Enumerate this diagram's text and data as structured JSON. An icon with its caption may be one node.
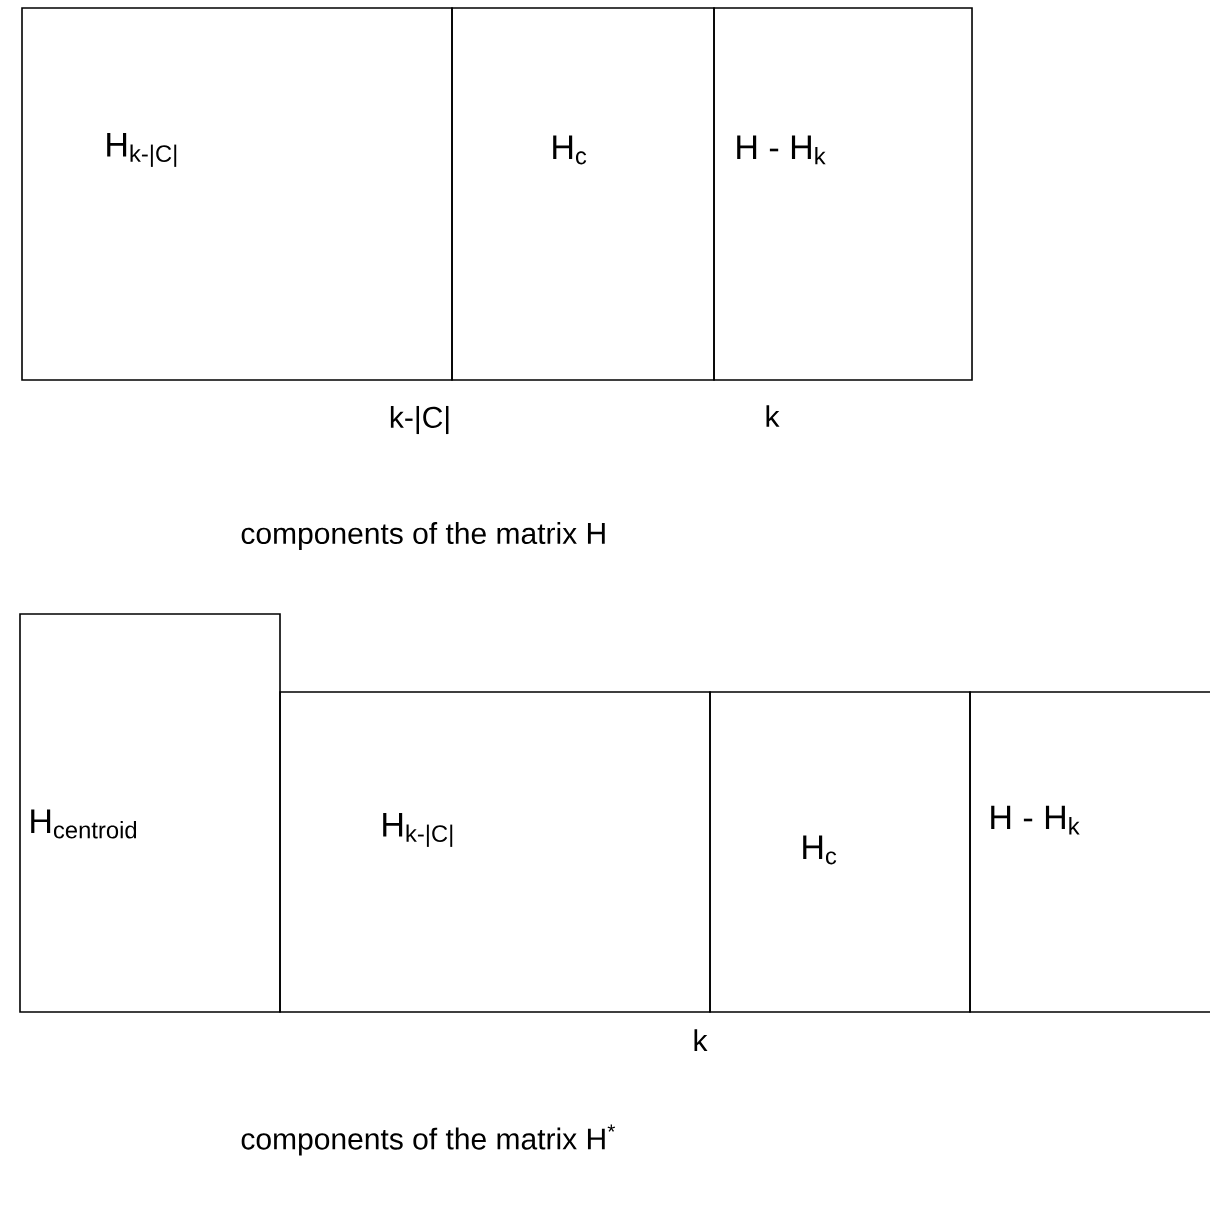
{
  "diagram": {
    "nodes": [
      {
        "text": [
          "H$_{k-|C|}$"
        ]
      },
      {
        "text": [
          "H$_{c}$"
        ]
      },
      {
        "text": [
          "H - H$_{k}$"
        ]
      },
      {
        "text": [
          "H$_{centroid}$"
        ]
      },
      {
        "text": [
          "H$_{k-|C|}$"
        ]
      },
      {
        "text": [
          "H$_{c}$"
        ]
      },
      {
        "text": [
          "H - H$_{k}$"
        ]
      }
    ],
    "labels": [
      "k-|C|",
      "k",
      "components of the matrix H",
      "k",
      "components of the matrix H$^{*}$"
    ]
  }
}
